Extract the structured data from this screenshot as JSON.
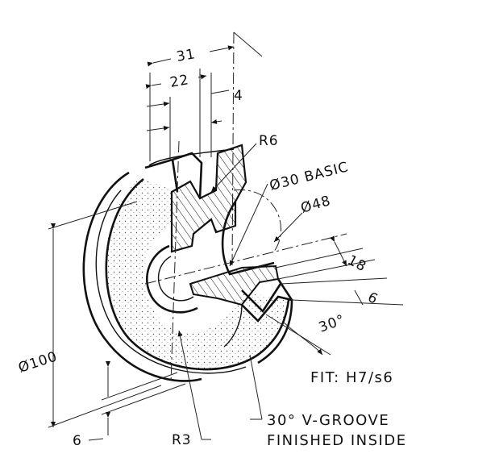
{
  "dimensions": {
    "width_31": "31",
    "width_22": "22",
    "offset_4": "4",
    "radius_r6": "R6",
    "diameter_30": "Ø30 BASIC",
    "diameter_48": "Ø48",
    "groove_18": "18",
    "groove_6": "6",
    "angle_30": "30°",
    "diameter_100": "Ø100",
    "bottom_6": "6",
    "radius_r3": "R3"
  },
  "notes": {
    "fit": "FIT: H7/s6",
    "vgroove_line1": "30° V-GROOVE",
    "vgroove_line2": "FINISHED INSIDE"
  }
}
